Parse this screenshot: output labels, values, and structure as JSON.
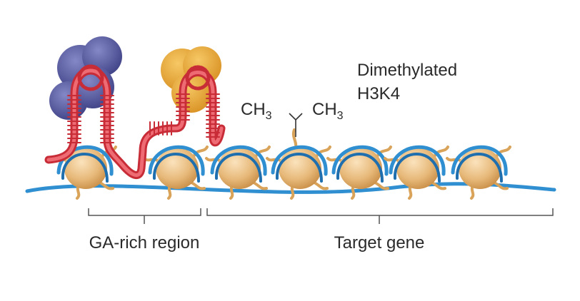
{
  "labels": {
    "modification_line1": "Dimethylated",
    "modification_line2": "H3K4",
    "methyl_left": "CH",
    "methyl_left_sub": "3",
    "methyl_right": "CH",
    "methyl_right_sub": "3",
    "region_left": "GA-rich region",
    "region_right": "Target gene"
  },
  "colors": {
    "dna": "#2f8fd0",
    "dna_dark": "#1f6fae",
    "nucleosome": "#e7b97a",
    "nucleosome_dark": "#c88d45",
    "rna": "#d9343f",
    "protein_left": "#5b5f9e",
    "protein_right": "#e9a93b",
    "bracket": "#555555"
  }
}
